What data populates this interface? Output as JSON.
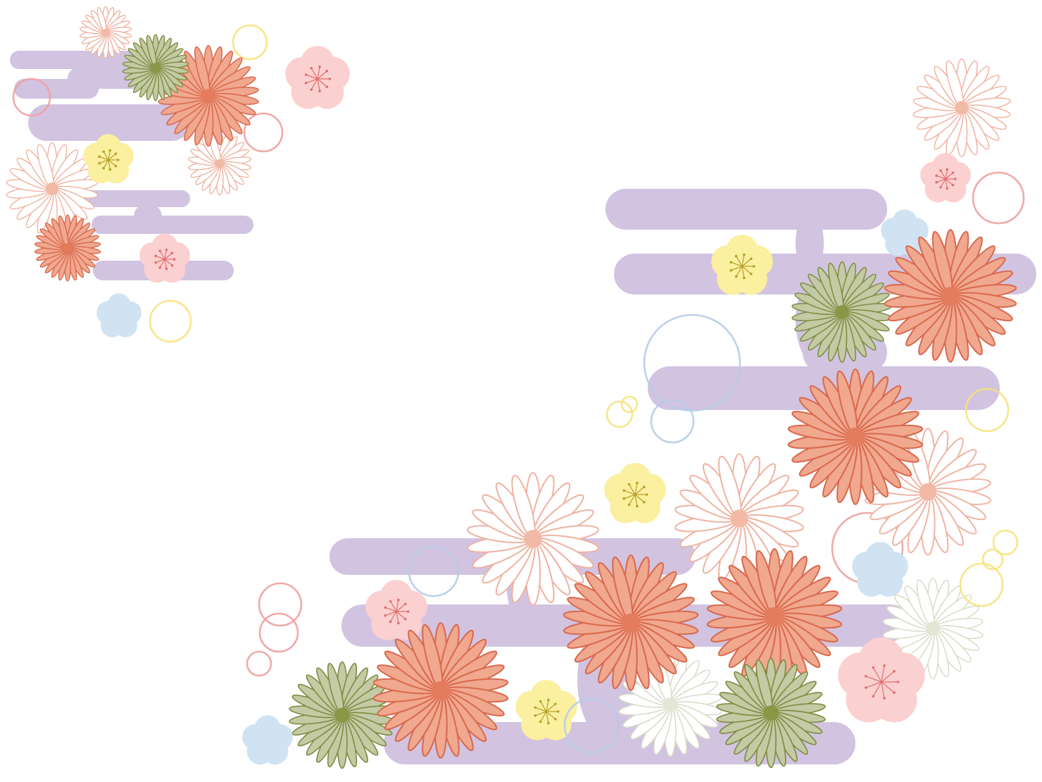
{
  "scene": {
    "background": "#ffffff",
    "palette": {
      "cloud": "#d2c3e1",
      "chrysanthemum_coral_fill": "#f0a88f",
      "chrysanthemum_coral_stroke": "#d9694d",
      "chrysanthemum_coral_center": "#e57b5d",
      "chrysanthemum_olive_fill": "#c3caa4",
      "chrysanthemum_olive_stroke": "#7f8d42",
      "chrysanthemum_olive_center": "#8a9646",
      "chrysanthemum_outline_stroke": "#efb3a1",
      "chrysanthemum_outline_center": "#f2b9a6",
      "chrysanthemum_cream_stroke": "#d9dcc9",
      "chrysanthemum_cream_center": "#e3e5d6",
      "plum_pink": "#fbd0d0",
      "plum_pink_stamen": "#e06f6f",
      "plum_yellow": "#fbefa0",
      "plum_yellow_stamen": "#b8a02a",
      "plum_blue": "#cfe3f2",
      "ring_pink": "#f0a0a0",
      "ring_yellow": "#f7e27d",
      "ring_blue": "#b7cbe8"
    },
    "motifs": [
      "kasumi-cloud",
      "chrysanthemum-coral",
      "chrysanthemum-olive",
      "chrysanthemum-outline",
      "chrysanthemum-cream",
      "plum-blossom-pink",
      "plum-blossom-yellow",
      "plum-blossom-blue",
      "ring-pink",
      "ring-yellow",
      "ring-blue"
    ]
  }
}
